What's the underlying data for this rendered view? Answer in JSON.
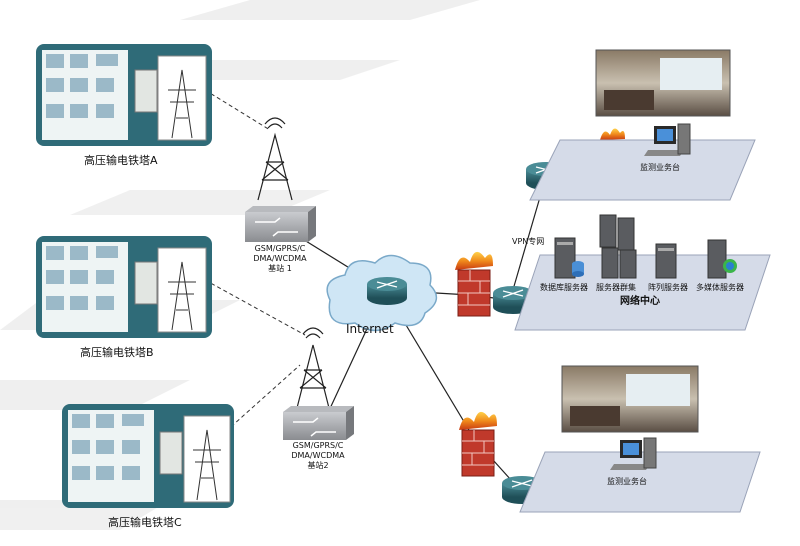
{
  "sites": [
    {
      "label": "高压输电铁塔A"
    },
    {
      "label": "高压输电铁塔B"
    },
    {
      "label": "高压输电铁塔C"
    }
  ],
  "base_stations": [
    {
      "label_line1": "GSM/GPRS/C",
      "label_line2": "DMA/WCDMA",
      "label_line3": "基站 1"
    },
    {
      "label_line1": "GSM/GPRS/C",
      "label_line2": "DMA/WCDMA",
      "label_line3": "基站2"
    }
  ],
  "internet": {
    "label": "Internet"
  },
  "vpn": {
    "label": "VPN专网"
  },
  "monitor_rooms": [
    {
      "label": "监测业务台"
    },
    {
      "label": "监测业务台"
    }
  ],
  "data_center": {
    "title": "网络中心",
    "servers": [
      {
        "label": "数据库服务器"
      },
      {
        "label": "服务器群集"
      },
      {
        "label": "阵列服务器"
      },
      {
        "label": "多媒体服务器"
      }
    ]
  },
  "colors": {
    "site_panel": "#2f6b78",
    "platform": "#d5dbe8",
    "router": "#2f6f7a",
    "switch": "#9a9ca0",
    "firewall": "#c0392b",
    "flame": "#f08a1c"
  }
}
